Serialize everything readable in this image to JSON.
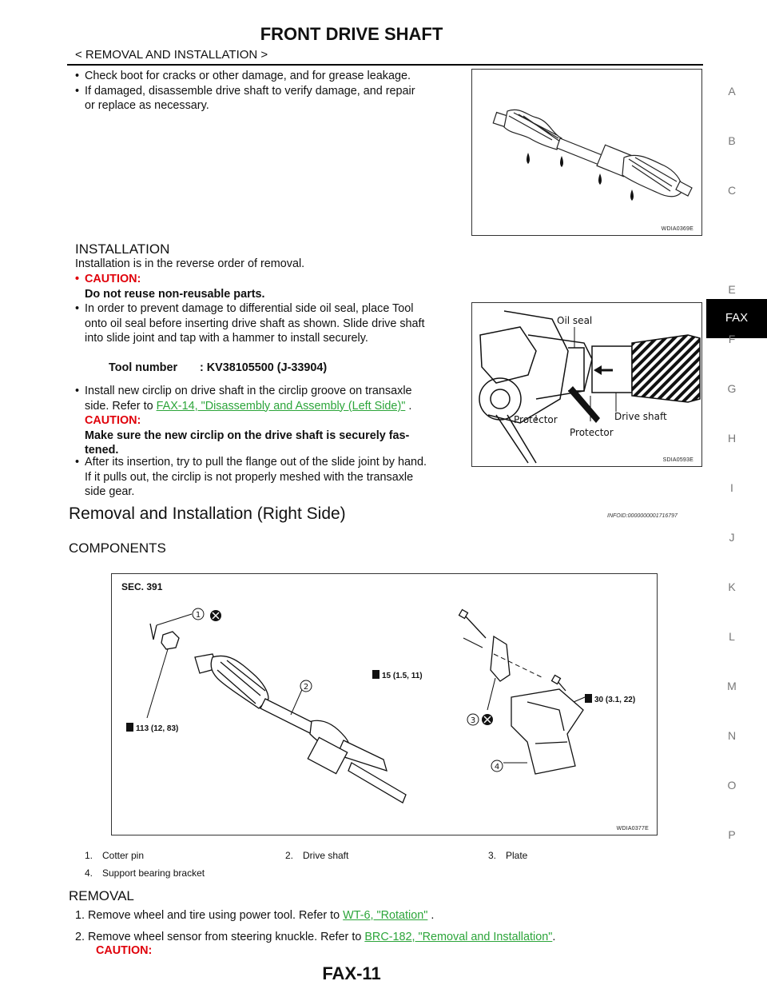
{
  "header": {
    "title": "FRONT DRIVE SHAFT",
    "breadcrumb": "< REMOVAL AND INSTALLATION >"
  },
  "sidebar": {
    "letters": [
      "A",
      "B",
      "C",
      "FAX",
      "E",
      "F",
      "G",
      "H",
      "I",
      "J",
      "K",
      "L",
      "M",
      "N",
      "O",
      "P"
    ],
    "active": "FAX"
  },
  "inspect": {
    "bullet1": "Check boot for cracks or other damage, and for grease leakage.",
    "bullet2_line1": "If damaged, disassemble drive shaft to verify damage, and repair",
    "bullet2_line2": "or replace as necessary.",
    "figure_id": "WDIA0369E"
  },
  "installation": {
    "heading": "INSTALLATION",
    "intro": "Installation is in the reverse order of removal.",
    "caution_label": "CAUTION:",
    "caution_text": "Do not reuse non-reusable parts.",
    "step1_line1": "In order to prevent damage to differential side oil seal, place Tool",
    "step1_line2": "onto oil seal before inserting drive shaft as shown. Slide drive shaft",
    "step1_line3": "into slide joint and tap with a hammer to install securely.",
    "tool_label": "Tool number",
    "tool_value": ": KV38105500 (J-33904)",
    "step2_line1": "Install new circlip on drive shaft in the circlip groove on transaxle",
    "step2_line2_prefix": "side. Refer to",
    "step2_link": "FAX-14, \"Disassembly and Assembly (Left Side)\"",
    "step2_line2_suffix": ".",
    "caution2_label": "CAUTION:",
    "caution2_line1": "Make sure the new circlip on the drive shaft is securely fas-",
    "caution2_line2": "tened.",
    "step3_line1": "After its insertion, try to pull the flange out of the slide joint by hand.",
    "step3_line2": "If it pulls out, the circlip is not properly meshed with the transaxle",
    "step3_line3": "side gear.",
    "figure_labels": {
      "oil_seal": "Oil seal",
      "drive_shaft": "Drive shaft",
      "protector_a": "Protector",
      "protector_b": "Protector"
    },
    "figure_id": "SDIA0593E"
  },
  "right_side": {
    "heading": "Removal and Installation (Right Side)",
    "info_id": "INFOID:0000000001716797",
    "components_heading": "COMPONENTS",
    "figure": {
      "sec": "SEC. 391",
      "torque1": "15 (1.5, 11)",
      "torque2": "30 (3.1, 22)",
      "torque3": "113 (12, 83)",
      "callouts": [
        "1",
        "2",
        "3",
        "4"
      ],
      "figure_id": "WDIA0377E"
    },
    "legend": [
      [
        "1.",
        "Cotter pin",
        "2.",
        "Drive shaft",
        "3.",
        "Plate"
      ],
      [
        "4.",
        "Support bearing bracket",
        "",
        "",
        "",
        ""
      ]
    ],
    "removal_heading": "REMOVAL",
    "removal_step1_prefix": "1.  Remove wheel and tire using power tool. Refer to",
    "removal_step1_link": "WT-6, \"Rotation\"",
    "removal_step1_suffix": ".",
    "removal_step2_prefix": "2.  Remove wheel sensor from steering knuckle. Refer to",
    "removal_step2_link": "BRC-182, \"Removal and Installation\"",
    "removal_step2_suffix": ".",
    "removal_caution": "CAUTION:"
  },
  "footer": {
    "page": "FAX-11"
  }
}
